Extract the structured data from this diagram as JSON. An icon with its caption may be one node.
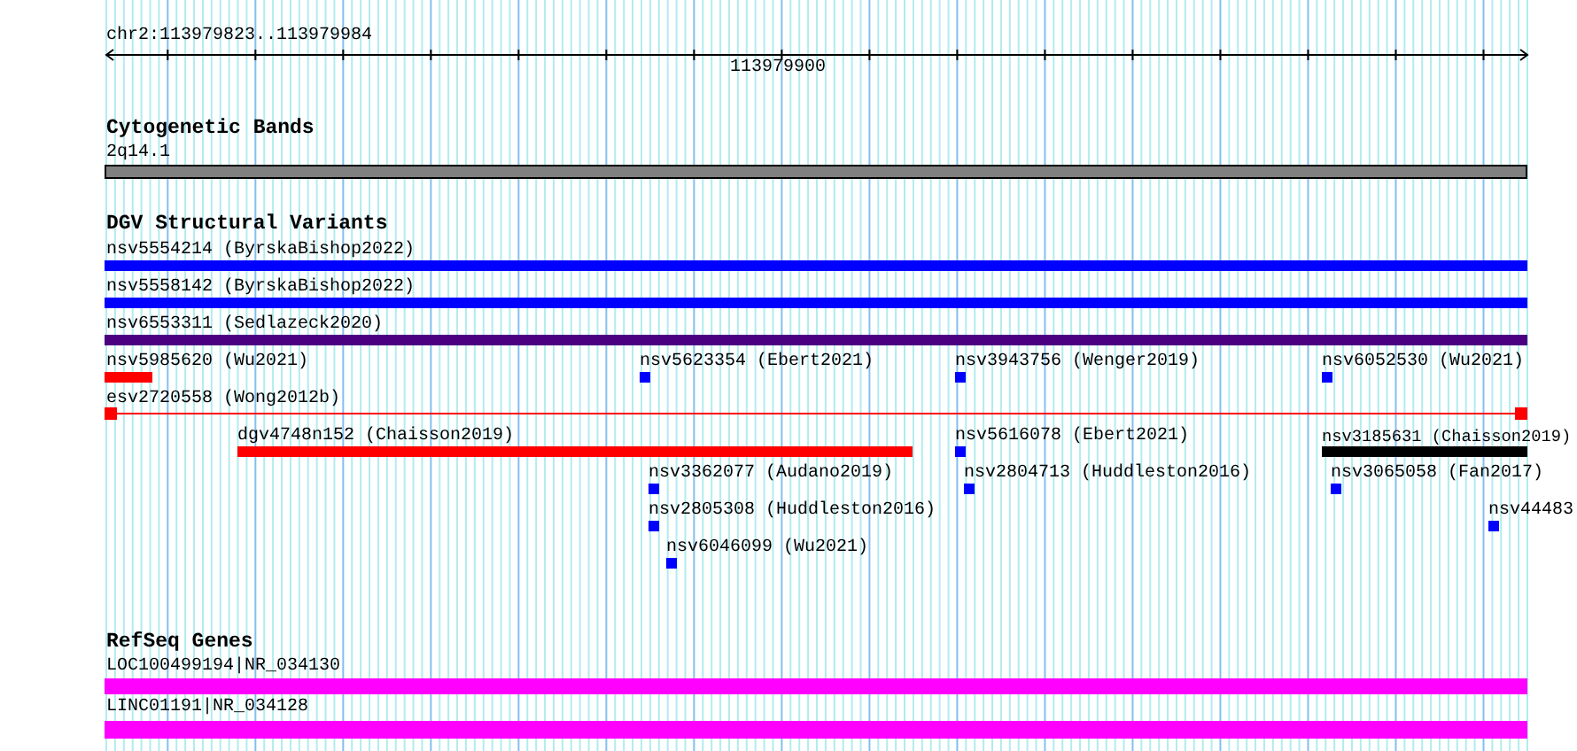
{
  "diagram": {
    "nodes": [
      {
        "text": [
          "2q14.1"
        ]
      },
      {
        "text": [
          "nsv5554214 (ByrskaBishop2022)"
        ]
      },
      {
        "text": [
          "nsv5558142 (ByrskaBishop2022)"
        ]
      },
      {
        "text": [
          "nsv6553311 (Sedlazeck2020)"
        ]
      },
      {
        "text": [
          "nsv5985620 (Wu2021)"
        ]
      },
      {
        "text": [
          "nsv5623354 (Ebert2021)"
        ]
      },
      {
        "text": [
          "nsv3943756 (Wenger2019)"
        ]
      },
      {
        "text": [
          "nsv6052530 (Wu2021)"
        ]
      },
      {
        "text": [
          "esv2720558 (Wong2012b)"
        ]
      },
      {
        "text": [
          "dgv4748n152 (Chaisson2019)"
        ]
      },
      {
        "text": [
          "nsv5616078 (Ebert2021)"
        ]
      },
      {
        "text": [
          "nsv3185631 (Chaisson2019)"
        ]
      },
      {
        "text": [
          "nsv3362077 (Audano2019)"
        ]
      },
      {
        "text": [
          "nsv2804713 (Huddleston2016)"
        ]
      },
      {
        "text": [
          "nsv3065058 (Fan2017)"
        ]
      },
      {
        "text": [
          "nsv2805308 (Huddleston2016)"
        ]
      },
      {
        "text": [
          "nsv44483"
        ]
      },
      {
        "text": [
          "nsv6046099 (Wu2021)"
        ]
      },
      {
        "text": [
          "LOC100499194|NR_034130"
        ]
      },
      {
        "text": [
          "LINC01191|NR_034128"
        ]
      }
    ],
    "labels": [
      "chr2:113979823..113979984",
      "113979900",
      "Cytogenetic Bands",
      "DGV Structural Variants",
      "RefSeq Genes"
    ]
  }
}
